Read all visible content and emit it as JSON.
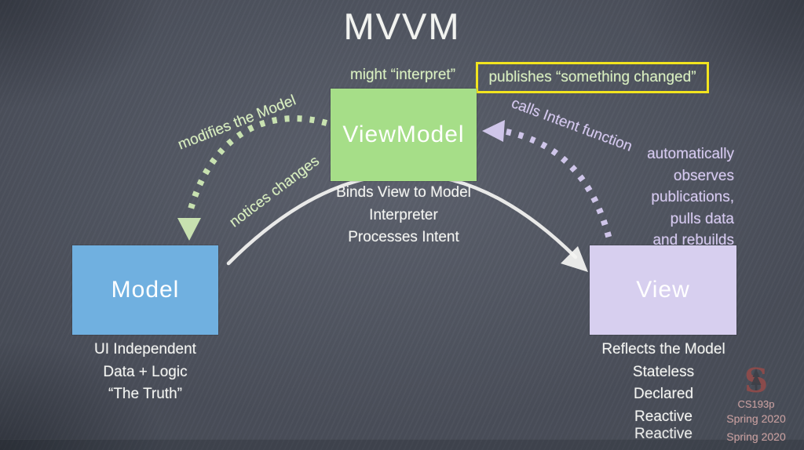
{
  "slide": {
    "title": "MVVM"
  },
  "labels": {
    "might_interpret": "might “interpret”",
    "publishes_changed": "publishes “something changed”",
    "modifies_the_model": "modifies the Model",
    "notices_changes": "notices changes",
    "calls_intent_function": "calls Intent function"
  },
  "auto_observe": {
    "lines": [
      "automatically",
      "observes",
      "publications,",
      "pulls data",
      "and rebuilds"
    ]
  },
  "boxes": {
    "viewmodel": {
      "label": "ViewModel",
      "fill": "#a6de88"
    },
    "model": {
      "label": "Model",
      "fill": "#70b0e0"
    },
    "view": {
      "label": "View",
      "fill": "#d7cfef"
    }
  },
  "notes": {
    "viewmodel": [
      "Binds View to Model",
      "Interpreter",
      "Processes Intent"
    ],
    "model": [
      "UI Independent",
      "Data + Logic",
      "“The Truth”"
    ],
    "view": [
      "Reflects the Model",
      "Stateless",
      "Declared",
      "Reactive"
    ],
    "view_overflow": "Reactive"
  },
  "footer": {
    "course": "CS193p",
    "term": "Spring 2020",
    "term_overflow": "Spring 2020",
    "logo": "stanford-s-logo"
  },
  "colors": {
    "background": "#474c57",
    "chalk_white": "#f2f3f0",
    "chalk_green": "#d8eec0",
    "chalk_purple": "#d5c9ef",
    "highlight_yellow": "#f2e41f",
    "box_green": "#a6de88",
    "box_blue": "#70b0e0",
    "box_purple": "#d7cfef",
    "logo_red": "#8a4b4b",
    "footer_pink": "#c59e9e"
  }
}
